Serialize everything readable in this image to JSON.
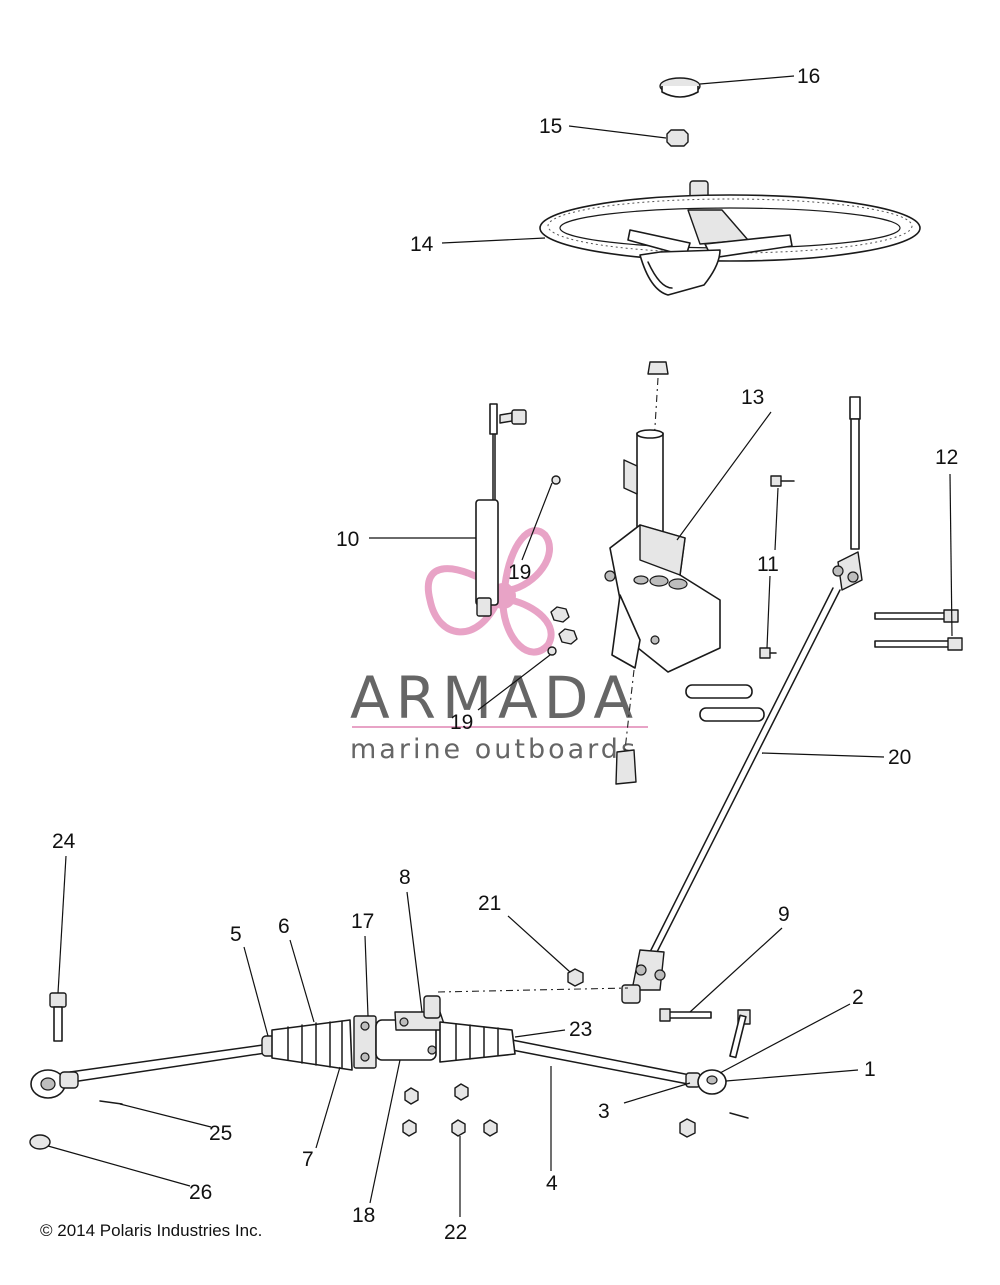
{
  "diagram": {
    "callouts": [
      "1",
      "2",
      "3",
      "4",
      "5",
      "6",
      "7",
      "8",
      "9",
      "10",
      "11",
      "12",
      "13",
      "14",
      "15",
      "16",
      "17",
      "18",
      "19",
      "19",
      "20",
      "21",
      "22",
      "23",
      "24",
      "25",
      "26"
    ],
    "copyright": "© 2014 Polaris Industries Inc."
  },
  "watermark": {
    "brand": "ARMADA",
    "tagline": "marine outboards",
    "logo_color": "#e8a3c6",
    "text_color": "#666666"
  }
}
